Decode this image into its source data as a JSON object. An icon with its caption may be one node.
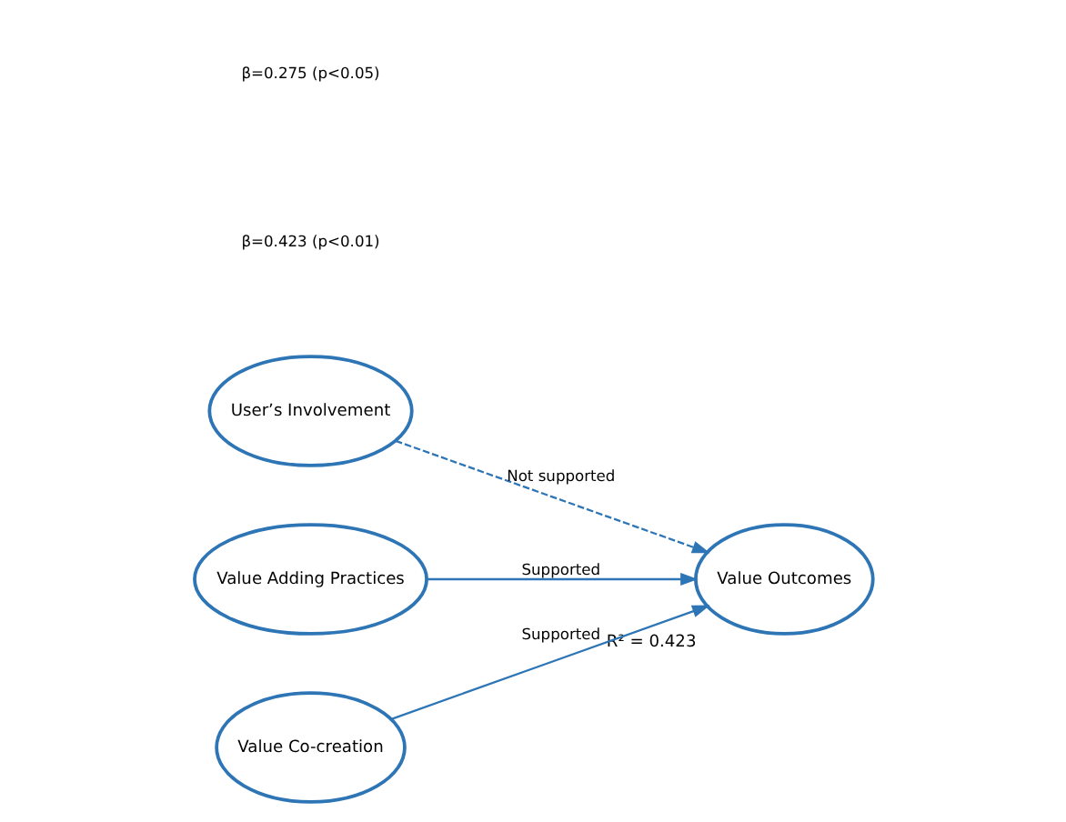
{
  "diagram": {
    "nodes": [
      {
        "text": [
          "User’s Involvement"
        ]
      },
      {
        "text": [
          "Value Adding Practices"
        ]
      },
      {
        "text": [
          "Value Outcomes"
        ],
        "beside": [
          "R² = 0.423"
        ]
      },
      {
        "text": [
          "Value Co-creation"
        ]
      }
    ],
    "edges": [
      {
        "from": 0,
        "to": 2,
        "arrow": "to",
        "label": "Not supported",
        "style": "dashed"
      },
      {
        "from": 1,
        "to": 2,
        "arrow": "to",
        "label": "Supported"
      },
      {
        "from": 3,
        "to": 2,
        "arrow": "to",
        "label": "Supported"
      }
    ],
    "labels": [
      "β=0.423 (p<0.01)",
      "β=0.275 (p<0.05)"
    ]
  }
}
